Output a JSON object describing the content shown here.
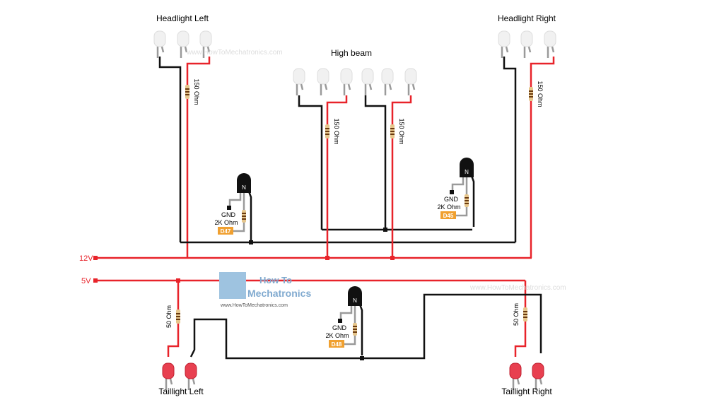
{
  "labels": {
    "headlight_left": "Headlight Left",
    "headlight_right": "Headlight Right",
    "high_beam": "High beam",
    "taillight_left": "Taillight Left",
    "taillight_right": "Taillight Right",
    "v12": "12V",
    "v5": "5V"
  },
  "resistors": {
    "r150": "150 Ohm",
    "r50": "50 Ohm",
    "r2k": "2K Ohm"
  },
  "transistors": [
    {
      "pin": "D47",
      "gnd": "GND",
      "type": "N"
    },
    {
      "pin": "D45",
      "gnd": "GND",
      "type": "N"
    },
    {
      "pin": "D48",
      "gnd": "GND",
      "type": "N"
    }
  ],
  "watermark": {
    "line1": "How To",
    "line2": "Mechatronics",
    "url": "www.HowToMechatronics.com",
    "faint": "www.HowToMechatronics.com"
  },
  "colors": {
    "wire_12v": "#e8232a",
    "wire_gnd": "#111111",
    "leg": "#9a9a9a",
    "pin_badge": "#f0a030",
    "led_red": "#e84050"
  }
}
